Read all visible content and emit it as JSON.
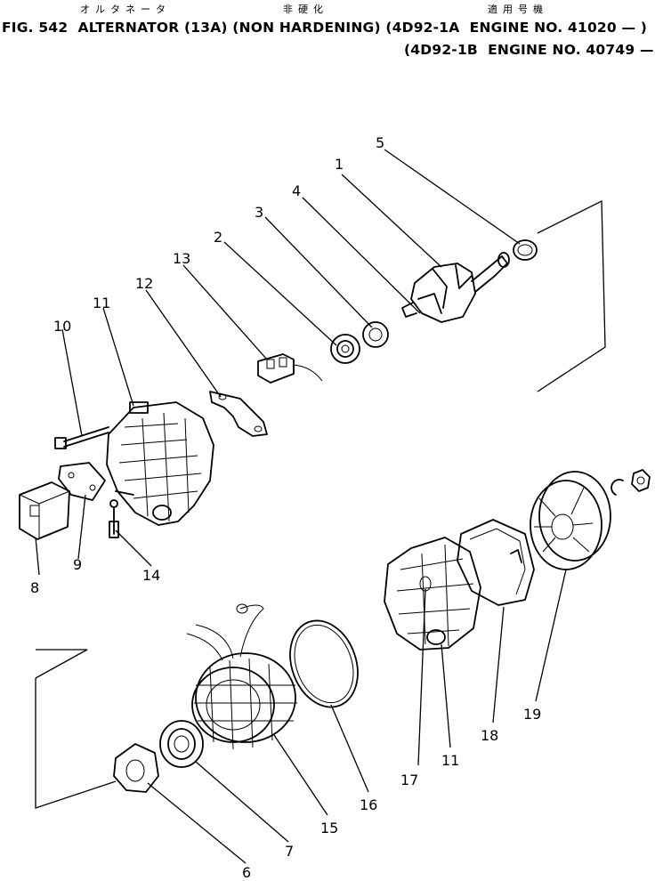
{
  "header": {
    "katakana": "オルタネータ",
    "kanji_non_hardening": "非硬化",
    "kanji_applicable": "適用号機",
    "title_line1": "FIG. 542  ALTERNATOR (13A) (NON HARDENING) (4D92-1A  ENGINE NO. 41020 — )",
    "title_line2": "(4D92-1B  ENGINE NO. 40749 — )"
  },
  "callouts": [
    "1",
    "2",
    "3",
    "4",
    "5",
    "6",
    "7",
    "8",
    "9",
    "10",
    "11",
    "12",
    "13",
    "14",
    "15",
    "16",
    "17",
    "11",
    "18",
    "19"
  ]
}
